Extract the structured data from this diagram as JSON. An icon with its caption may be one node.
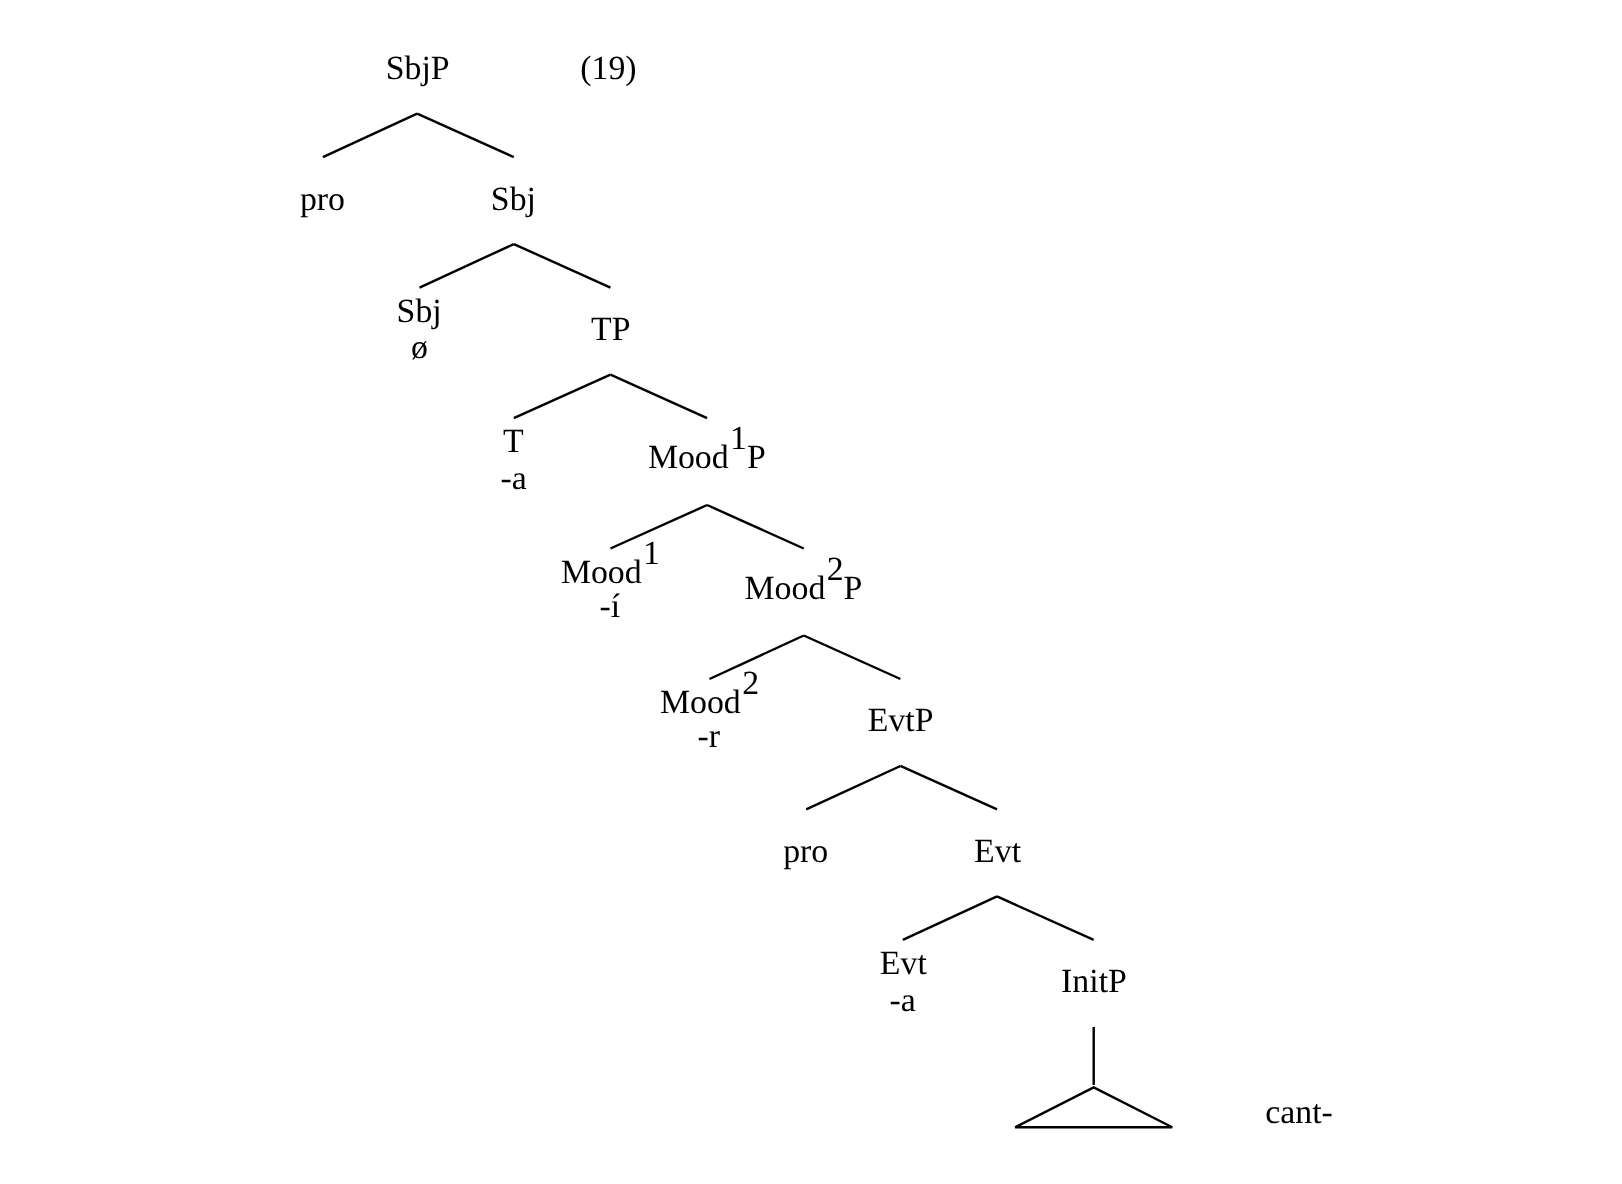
{
  "diagram": {
    "nodes": [
      {
        "text": [
          "SbjP"
        ]
      },
      {
        "text": [
          "pro"
        ]
      },
      {
        "text": [
          "Sbj"
        ]
      },
      {
        "text": [
          "Sbj",
          "ø"
        ]
      },
      {
        "text": [
          "TP"
        ]
      },
      {
        "text": [
          "T",
          "-a"
        ]
      },
      {
        "text": [
          "Mood$^{1}$P"
        ]
      },
      {
        "text": [
          "Mood$^{1}$",
          "-í"
        ]
      },
      {
        "text": [
          "Mood$^{2}$P"
        ]
      },
      {
        "text": [
          "Mood$^{2}$",
          "-r"
        ]
      },
      {
        "text": [
          "EvtP"
        ]
      },
      {
        "text": [
          "pro"
        ]
      },
      {
        "text": [
          "Evt"
        ]
      },
      {
        "text": [
          "Evt",
          "-a"
        ]
      },
      {
        "text": [
          "InitP"
        ]
      },
      {
        "text": [],
        "shape": "triangle",
        "beside": [
          "cant-"
        ]
      }
    ],
    "edges": [
      {
        "from": 0,
        "to": 1,
        "arrow": "none"
      },
      {
        "from": 0,
        "to": 2,
        "arrow": "none"
      },
      {
        "from": 2,
        "to": 3,
        "arrow": "none"
      },
      {
        "from": 2,
        "to": 4,
        "arrow": "none"
      },
      {
        "from": 4,
        "to": 5,
        "arrow": "none"
      },
      {
        "from": 4,
        "to": 6,
        "arrow": "none"
      },
      {
        "from": 6,
        "to": 7,
        "arrow": "none"
      },
      {
        "from": 6,
        "to": 8,
        "arrow": "none"
      },
      {
        "from": 8,
        "to": 9,
        "arrow": "none"
      },
      {
        "from": 8,
        "to": 10,
        "arrow": "none"
      },
      {
        "from": 10,
        "to": 11,
        "arrow": "none"
      },
      {
        "from": 10,
        "to": 12,
        "arrow": "none"
      },
      {
        "from": 12,
        "to": 13,
        "arrow": "none"
      },
      {
        "from": 12,
        "to": 14,
        "arrow": "none"
      },
      {
        "from": 14,
        "to": 15,
        "arrow": "none"
      }
    ],
    "labels": [
      "(19)"
    ]
  }
}
